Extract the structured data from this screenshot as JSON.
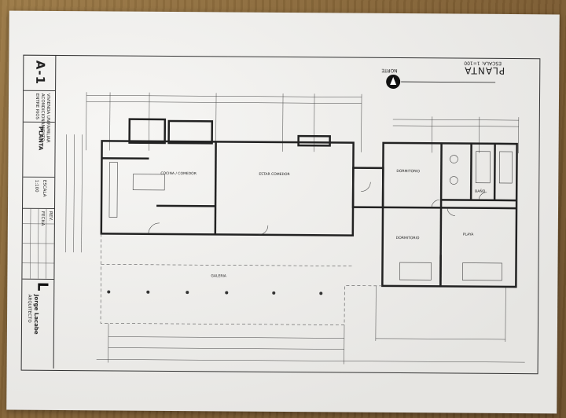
{
  "drawing": {
    "sheet_code": "A-1",
    "plan_title": "PLANTA",
    "plan_scale": "ESCALA: 1=100",
    "north_label": "NORTE",
    "title_block": {
      "drawing_name": "PLANTA",
      "project_line_1": "VIVIENDA UNIFAMILIAR",
      "project_line_2": "ACONDICIONAMIENTO",
      "location": "ENTRE RIOS",
      "scale_label": "ESCALA",
      "scale_value": "1:100",
      "architect_name": "Jorge Lacabe",
      "architect_title": "ARQUITECTO",
      "revision_label": "REV.",
      "date_label": "FECHA"
    },
    "rooms": {
      "kitchen": "COCINA / COMEDOR",
      "living": "ESTAR COMEDOR",
      "gallery": "GALERIA",
      "bedroom_1": "DORMITORIO",
      "bedroom_2": "DORMITORIO",
      "bedroom_3": "PLAYA",
      "bath": "BAÑO"
    }
  },
  "colors": {
    "paper": "#f2f1ee",
    "wood": "#8a6a3c",
    "ink": "#222222"
  }
}
